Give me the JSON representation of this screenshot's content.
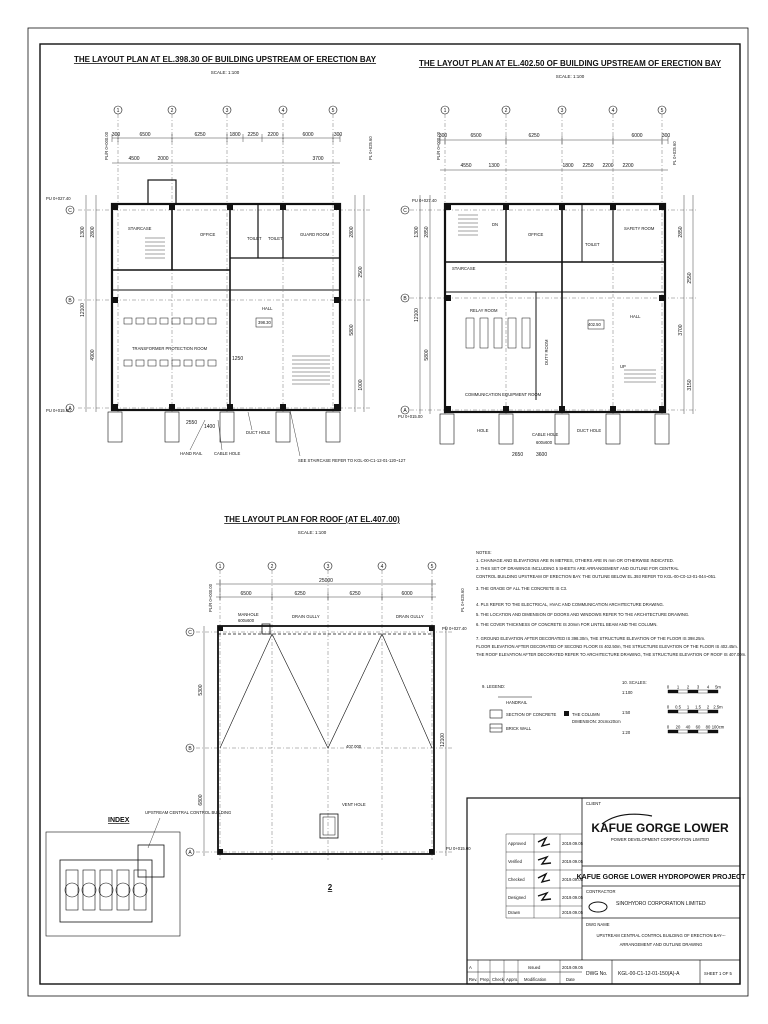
{
  "plan1": {
    "title": "THE LAYOUT PLAN AT EL.398.30 OF BUILDING UPSTREAM OF ERECTION BAY",
    "scale": "SCALE: 1:100",
    "axes": [
      "1",
      "2",
      "3",
      "4",
      "5"
    ],
    "rows": [
      "C",
      "B",
      "A"
    ],
    "top_dims": [
      "300",
      "6500",
      "6250",
      "1800",
      "2250",
      "2200",
      "6000",
      "300"
    ],
    "second_dims": [
      "4500",
      "2000",
      "3700"
    ],
    "left_dims": [
      "1300",
      "2800",
      "12100",
      "4900"
    ],
    "right_dims": [
      "2800",
      "2500",
      "5800",
      "1000"
    ],
    "left_marks": [
      "PU 0+027.40",
      "PU 0+015.00",
      "PL/R 0+000.00"
    ],
    "right_marks": [
      "PL 0+025.60"
    ],
    "rooms": [
      "STAIRCASE",
      "OFFICE",
      "TOILET",
      "TOILET",
      "GUARD ROOM",
      "HALL",
      "TRANSFORMER PROTECTION ROOM"
    ],
    "level": "398.30",
    "callouts": [
      "DUCT HOLE",
      "HAND RAIL",
      "CABLE HOLE",
      "SEE STAIRCASE REFER TO KGL-00-C1-12-01-120~127"
    ],
    "bottom_dims": [
      "2550",
      "1400",
      "1250"
    ]
  },
  "plan2": {
    "title": "THE LAYOUT PLAN AT EL.402.50 OF BUILDING UPSTREAM OF ERECTION BAY",
    "scale": "SCALE: 1:100",
    "axes": [
      "1",
      "2",
      "3",
      "4",
      "5"
    ],
    "rows": [
      "C",
      "B",
      "A"
    ],
    "top_dims": [
      "300",
      "6500",
      "6250",
      "6000",
      "300"
    ],
    "second_dims": [
      "4550",
      "1300",
      "1800",
      "2250",
      "2200",
      "2200"
    ],
    "left_dims": [
      "1300",
      "2850",
      "12100",
      "5800"
    ],
    "right_dims": [
      "2850",
      "2550",
      "3700",
      "3150"
    ],
    "left_marks": [
      "PU 0+027.40",
      "PU 0+015.00",
      "PL/R 0+000.00"
    ],
    "right_marks": [
      "PL 0+025.60"
    ],
    "rooms": [
      "OFFICE",
      "SAFETY ROOM",
      "TOILET",
      "STAIRCASE",
      "HALL",
      "RELAY ROOM",
      "DUTY ROOM",
      "COMMUNICATION EQUIPMENT ROOM"
    ],
    "level": "402.50",
    "callouts": [
      "HOLE",
      "CABLE HOLE",
      "DUCT HOLE",
      "UP",
      "DN"
    ],
    "bottom_dims": [
      "2650",
      "3600",
      "600x600"
    ]
  },
  "plan3": {
    "title": "THE LAYOUT PLAN FOR ROOF (AT EL.407.00)",
    "scale": "SCALE: 1:100",
    "axes": [
      "1",
      "2",
      "3",
      "4",
      "5"
    ],
    "rows": [
      "C",
      "B",
      "A"
    ],
    "top_dims": [
      "25000",
      "6500",
      "6250",
      "6250",
      "6000"
    ],
    "left_dims": [
      "5300",
      "6800"
    ],
    "right_dims": [
      "12100"
    ],
    "left_marks": [
      "PL/R 0+000.00"
    ],
    "right_marks": [
      "PL 0+025.60",
      "PU 0+027.40",
      "PU 0+015.00"
    ],
    "labels": [
      "MANHOLE",
      "600x600",
      "DRAIN GULLY",
      "DRAIN GULLY",
      "VENT HOLE",
      "407.000"
    ],
    "section_mark": "2"
  },
  "notes": {
    "heading": "NOTES:",
    "items": [
      "1. CHAINAGE AND ELEVATIONS ARE IN METRES, OTHERS ARE IN mm OR OTHERWISE INDICATED.",
      "2. THIS SET OF DRAWINGS INCLUDING 5 SHEETS ARE ARRANGEMENT AND OUTLINE FOR CENTRAL",
      "   CONTROL BUILDING UPSTREAM OF ERECTION BAY. THE OUTLINE BELOW EL.393 REFER TO KGL-00-C0-12-01-044~051.",
      "3. THE GRADE OF ALL THE CONCRETE IS C3.",
      "4. PLS REFER TO THE ELECTRICAL, HVAC AND COMMUNICATION ARCHITECTURE DRAWING.",
      "5. THE LOCATION AND DIMENSION OF DOORS AND WINDOWS REFER TO THE ARCHITECTURE DRAWING.",
      "6. THE COVER THICKNESS OF CONCRETE IS 20mm FOR LINTEL BEAM AND THE COLUMN.",
      "7. GROUND ELEVATION AFTER DECORATED IS 398.30m, THE STRUCTURE ELEVATION OF THE FLOOR IS 398.25m.",
      "   FLOOR ELEVATION AFTER DECORATED OF SECOND FLOOR IS 402.50m, THE STRUCTURE ELEVATION OF THE FLOOR IS 402.45m.",
      "   THE ROOF ELEVATION AFTER DECORATED REFER TO ARCHITECTURE DRAWING, THE STRUCTURE ELEVATION OF ROOF IS 407.00m."
    ],
    "legend_heading": "9. LEGEND:",
    "legend_items": [
      "HANDRAIL",
      "SECTION OF CONCRETE",
      "BRICK WALL",
      "THE COLUMN",
      "DIMENSION: 20cmx20cm"
    ],
    "scales_heading": "10. SCALES:",
    "scale_rows": [
      {
        "label": "1:100",
        "ticks": [
          "0",
          "1",
          "2",
          "3",
          "4",
          "5m"
        ]
      },
      {
        "label": "1:50",
        "ticks": [
          "0",
          "0.5",
          "1",
          "1.5",
          "2",
          "2.5m"
        ]
      },
      {
        "label": "1:20",
        "ticks": [
          "0",
          "20",
          "40",
          "60",
          "80",
          "100cm"
        ]
      }
    ]
  },
  "index": {
    "title": "INDEX",
    "label": "UPSTREAM CENTRAL CONTROL BUILDING"
  },
  "title_block": {
    "client_label": "CLIENT",
    "client_name": "KAFUE GORGE LOWER",
    "client_sub": "POWER DEVELOPMENT CORPORATION LIMITED",
    "project": "KAFUE GORGE LOWER HYDROPOWER PROJECT",
    "contractor_label": "CONTRACTOR",
    "contractor": "SINOHYDRO CORPORATION LIMITED",
    "dwg_name_label": "DWG NAME",
    "dwg_name_1": "UPSTREAM CENTRAL CONTROL BUILDING OF ERECTION BAY---",
    "dwg_name_2": "ARRANGEMENT AND OUTLINE DRAWING",
    "dwg_no_label": "DWG No.",
    "dwg_no": "KGL-00-C1-12-01-150(A)-A",
    "sheet": "SHEET 1 OF 5",
    "sign_roles": [
      "Approved",
      "Verified",
      "Checked",
      "Designed",
      "Drawn"
    ],
    "sign_dates": [
      "2019.09.05",
      "2019.09.05",
      "2019.09.05",
      "2019.09.05",
      "2019.09.05"
    ],
    "rev_headers": [
      "Rev.",
      "Prep.",
      "Check",
      "Appro.",
      "Modification",
      "Date"
    ],
    "rev_row": [
      "A",
      "",
      "",
      "",
      "Issued",
      "2019.09.05"
    ]
  }
}
